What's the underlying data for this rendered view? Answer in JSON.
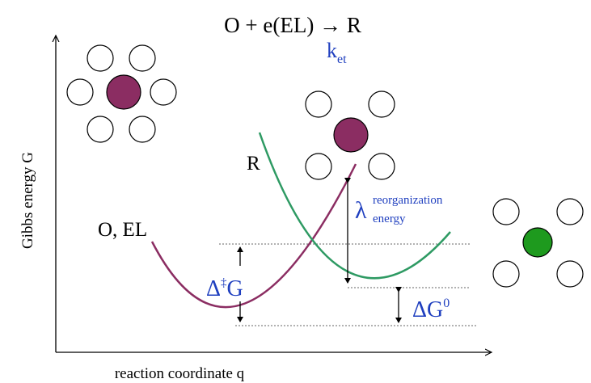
{
  "equation": {
    "main": "O + e(EL) → R",
    "rate_k": "k",
    "rate_sub": "et"
  },
  "axes": {
    "y_label": "Gibbs energy G",
    "x_label": "reaction coordinate q"
  },
  "curves": {
    "reactant_label": "O, EL",
    "product_label": "R"
  },
  "annotations": {
    "lambda_symbol": "λ",
    "lambda_desc_line1": "reorganization",
    "lambda_desc_line2": "energy",
    "activation_delta": "Δ",
    "activation_dagger": "‡",
    "activation_g": "G",
    "free_energy_label": "ΔG",
    "free_energy_sup": "0"
  },
  "colors": {
    "reactant_curve": "#8b2d62",
    "product_curve": "#2e9a63",
    "central_particle_purple": "#8b2d62",
    "central_particle_green": "#1e9a1e",
    "blue_text": "#1f3fbf",
    "ink": "#000000"
  }
}
